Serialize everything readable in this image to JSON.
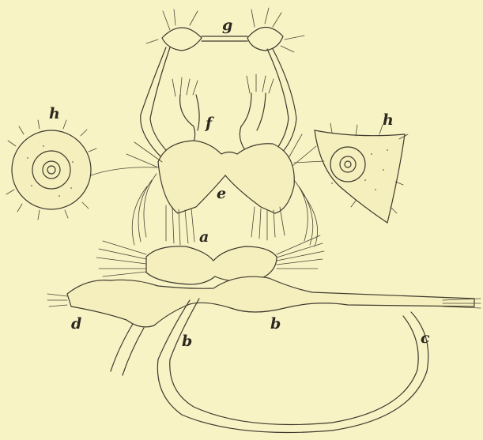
{
  "colors": {
    "paper": "#f8f3c4",
    "ink": "#3f3a2e",
    "label": "#2c2820"
  },
  "labels": {
    "g": "g",
    "f": "f",
    "e": "e",
    "h_left": "h",
    "h_right": "h",
    "a": "a",
    "b_center": "b",
    "b_lower": "b",
    "c": "c",
    "d": "d"
  }
}
